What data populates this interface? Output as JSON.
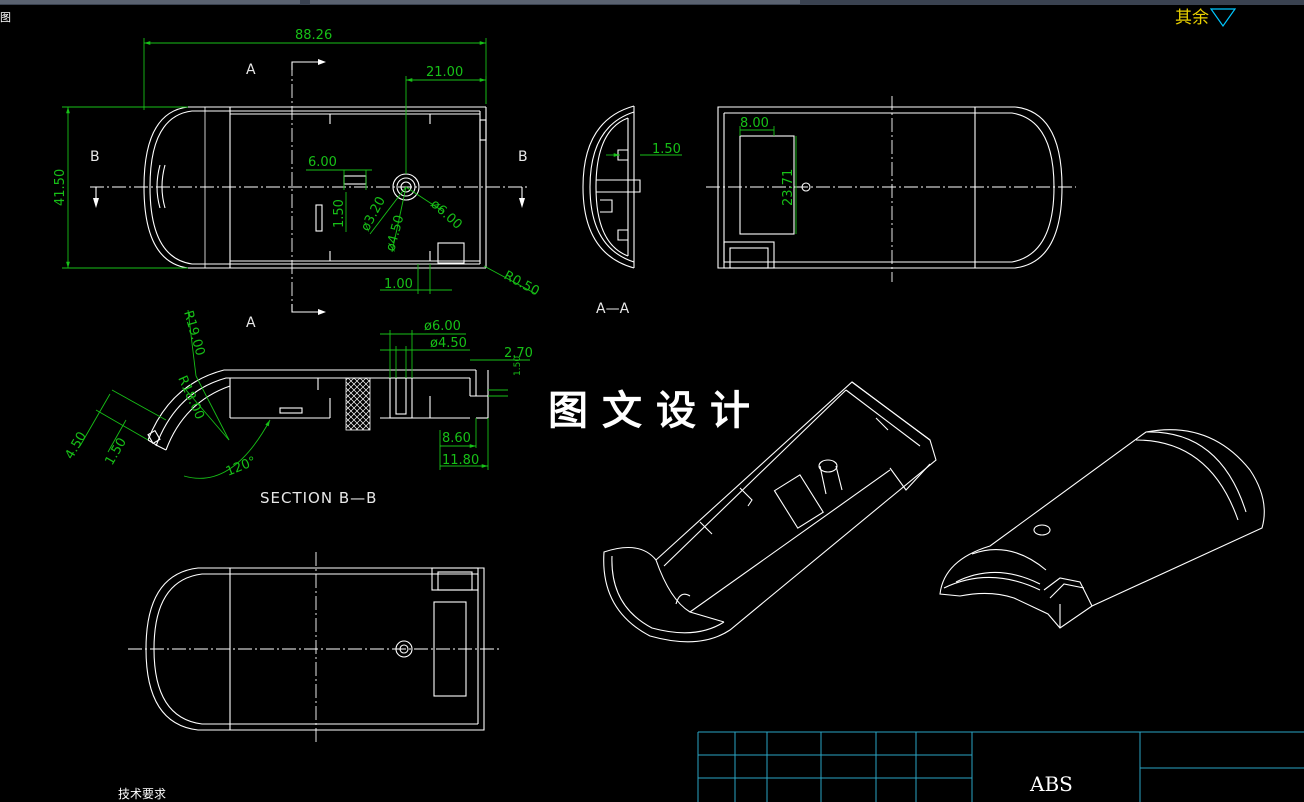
{
  "title_fragment": "图",
  "roughness": {
    "label": "其余",
    "symbol_color": "#00c8ff"
  },
  "watermark": "图文设计",
  "views": {
    "top": {
      "cut_label_a_top": "A",
      "cut_label_a_bottom": "A",
      "cut_label_b_left": "B",
      "cut_label_b_right": "B",
      "dims": {
        "overall_length": "88.26",
        "height": "41.50",
        "offset_right": "21.00",
        "rib_6": "6.00",
        "gap_150": "1.50",
        "dia_320": "ø3.20",
        "dia_450": "ø4.50",
        "dia_600": "ø6.00",
        "gap_100": "1.00",
        "radius_050": "R0.50"
      }
    },
    "section_aa": {
      "label": "A—A",
      "dim": "1.50"
    },
    "right": {
      "dim_width": "8.00",
      "dim_height": "23.71"
    },
    "section_bb": {
      "label": "SECTION  B—B",
      "dims": {
        "radius_1900": "R19.00",
        "radius_1800": "R18.00",
        "dia_600": "ø6.00",
        "dia_450": "ø4.50",
        "dim_270": "2.70",
        "dim_150r": "1.50",
        "dim_860": "8.60",
        "dim_1180": "11.80",
        "dim_450": "4.50",
        "dim_150": "1.50",
        "angle": "120°"
      }
    }
  },
  "title_block": {
    "material": "ABS"
  },
  "bottom_left_text": "技术要求"
}
